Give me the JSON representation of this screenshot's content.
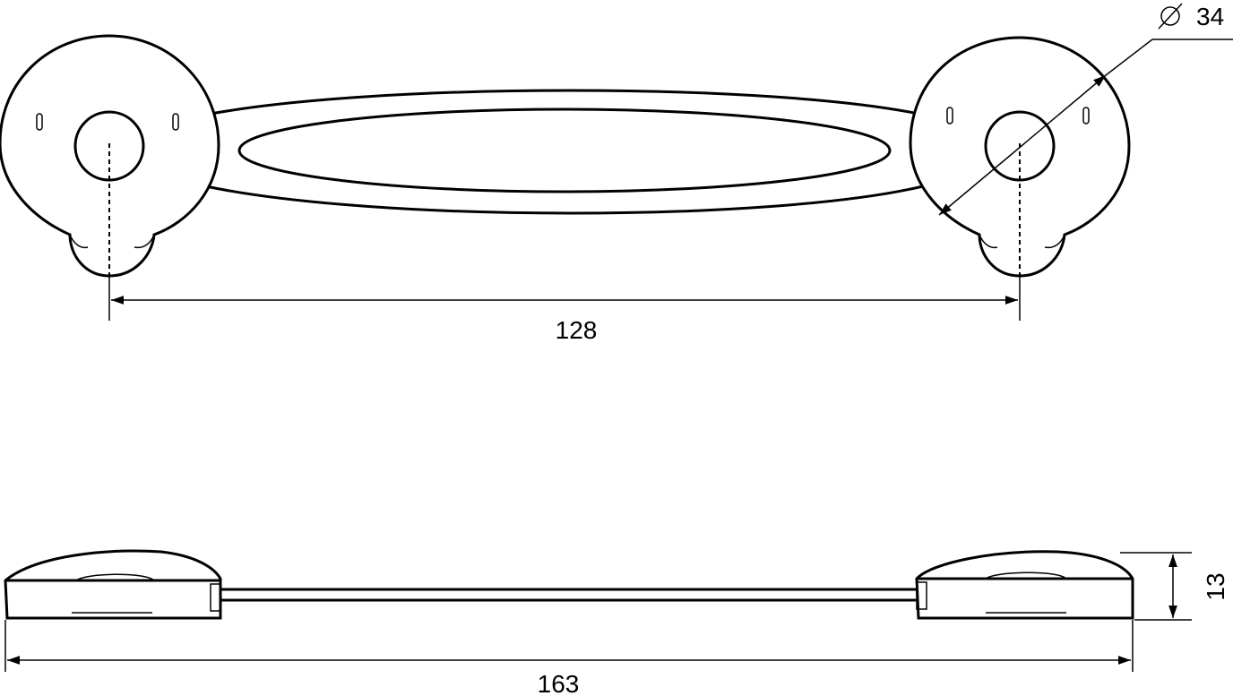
{
  "dimensions": {
    "hole_spacing": "128",
    "diameter": "34",
    "height": "13",
    "overall_length": "163"
  },
  "symbols": {
    "diameter_symbol": "diameter-symbol-icon"
  }
}
